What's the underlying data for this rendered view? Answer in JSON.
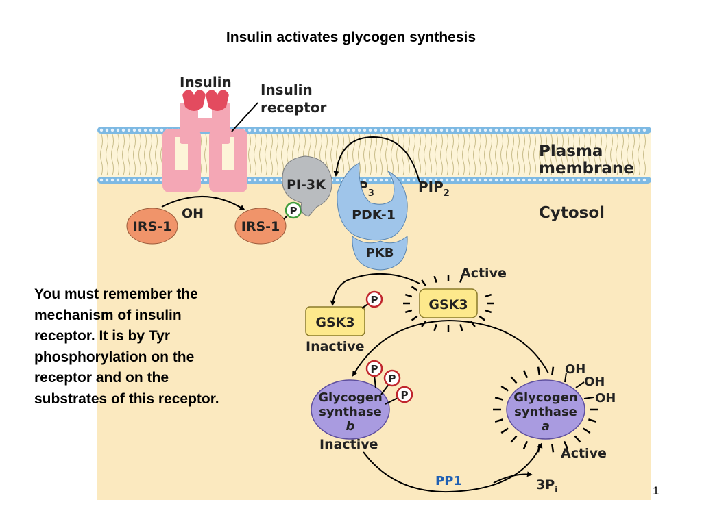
{
  "slide": {
    "title": "Insulin activates glycogen synthesis",
    "page_number": "1"
  },
  "note": {
    "lines": [
      "You must remember the",
      "mechanism of insulin",
      "receptor. It is by Tyr",
      "phosphorylation on the",
      "receptor and on the",
      "substrates of this receptor."
    ]
  },
  "diagram": {
    "labels": {
      "insulin": "Insulin",
      "insulin_receptor_line1": "Insulin",
      "insulin_receptor_line2": "receptor",
      "plasma_membrane_line1": "Plasma",
      "plasma_membrane_line2": "membrane",
      "cytosol": "Cytosol",
      "pi3k": "PI-3K",
      "pip3": "PIP",
      "pip3_sub": "3",
      "pip2": "PIP",
      "pip2_sub": "2",
      "pdk1": "PDK-1",
      "pkb": "PKB",
      "irs1_left": "IRS-1",
      "irs1_right": "IRS-1",
      "oh": "OH",
      "phospho": "P",
      "gsk3_inactive": "GSK3",
      "gsk3_active": "GSK3",
      "inactive_gsk3": "Inactive",
      "active_gsk3": "Active",
      "gs_b_line1": "Glycogen",
      "gs_b_line2": "synthase",
      "gs_b_line3": "b",
      "gs_a_line1": "Glycogen",
      "gs_a_line2": "synthase",
      "gs_a_line3": "a",
      "inactive_gs": "Inactive",
      "active_gs": "Active",
      "oh1": "OH",
      "oh2": "OH",
      "oh3": "OH",
      "pp1": "PP1",
      "pi": "3P",
      "pi_sub": "i"
    },
    "colors": {
      "cytosol": "#fbe9bf",
      "membrane_head": "#7db9e3",
      "receptor": "#f4a7b5",
      "insulin": "#e34b5f",
      "irs1": "#f0946a",
      "pi3k": "#b9bcbf",
      "pdk1_pkb": "#9fc5ea",
      "gsk3": "#fde98c",
      "glycogen_synthase": "#a99be0",
      "phospho_ring": "#c0262d",
      "pp1_text": "#1f5fb3"
    }
  }
}
